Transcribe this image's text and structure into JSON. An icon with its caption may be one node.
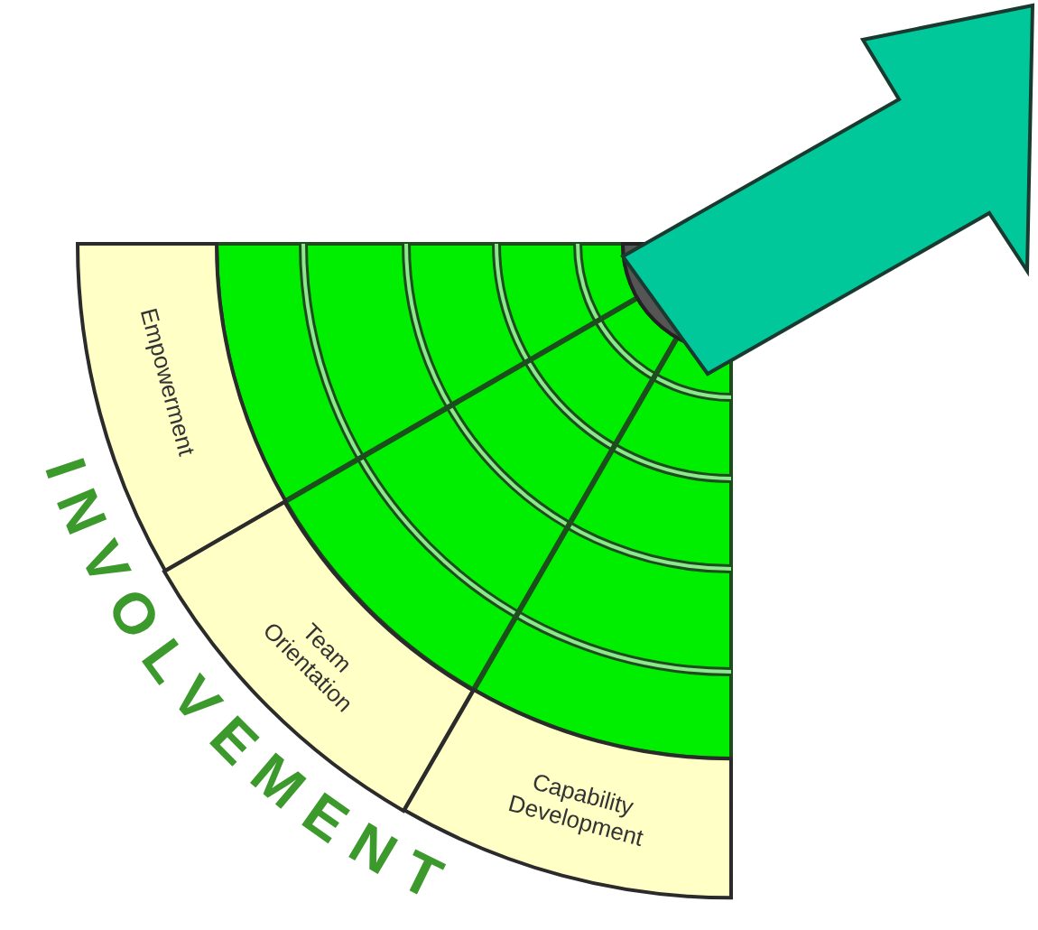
{
  "diagram": {
    "nodes": [
      {
        "text": [
          "Empowerment"
        ]
      },
      {
        "text": [
          "Team Orientation"
        ]
      },
      {
        "text": [
          "Capability Development"
        ]
      }
    ],
    "labels": [
      "INVOLVEMENT"
    ]
  }
}
